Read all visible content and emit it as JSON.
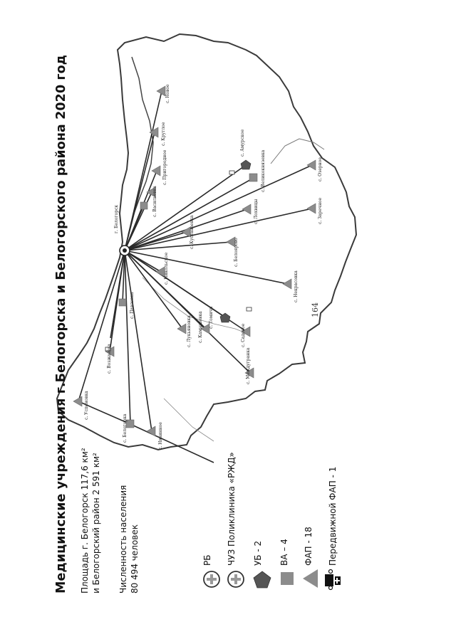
{
  "page": {
    "number": "164"
  },
  "title": {
    "line": "Медицинские учреждения г.Белогорска и Белогорского района 2020 год"
  },
  "area": {
    "line1": "Площадь г. Белогорск 117,6 км²",
    "line2": "и Белогорский район 2 591 км²"
  },
  "population": {
    "line1": "Численность населения",
    "line2": "80 494 человек"
  },
  "legend": [
    {
      "symbol": "cross-circle-icon",
      "label": "РБ"
    },
    {
      "symbol": "cross-circle-icon",
      "label": "ЧУЗ Поликлиника «РЖД»"
    },
    {
      "symbol": "pentagon-icon",
      "label": "УБ - 2"
    },
    {
      "symbol": "square-icon",
      "label": "ВА – 4"
    },
    {
      "symbol": "triangle-icon",
      "label": "ФАП - 18"
    },
    {
      "symbol": "mobile-fap-icon",
      "label": "Передвижной ФАП - 1"
    }
  ],
  "map": {
    "center_label": "г. Белогорск",
    "villages": [
      "с. Новое",
      "с. Круглое",
      "с. Пригородное",
      "с. Васильевка",
      "с. Амурское",
      "с. Великокнязевка",
      "с. Озерное",
      "с. Лохвицы",
      "с. Заречное",
      "с. Кустанаевка",
      "с. Белоярово",
      "с. Никольское",
      "с. Некрасовка",
      "с. Томичи",
      "с. Павловка",
      "с. Лукьяновка",
      "с. Садовое",
      "с. Междугранка",
      "с. Возжаевка",
      "с. Успеновка",
      "с. Низинное",
      "с. Белогорка",
      "с. Камышевка"
    ],
    "colors": {
      "lines": "#2a2a2a",
      "symbols": "#8c8c8c",
      "pentagon": "#555555",
      "border": "#3a3a3a"
    }
  }
}
